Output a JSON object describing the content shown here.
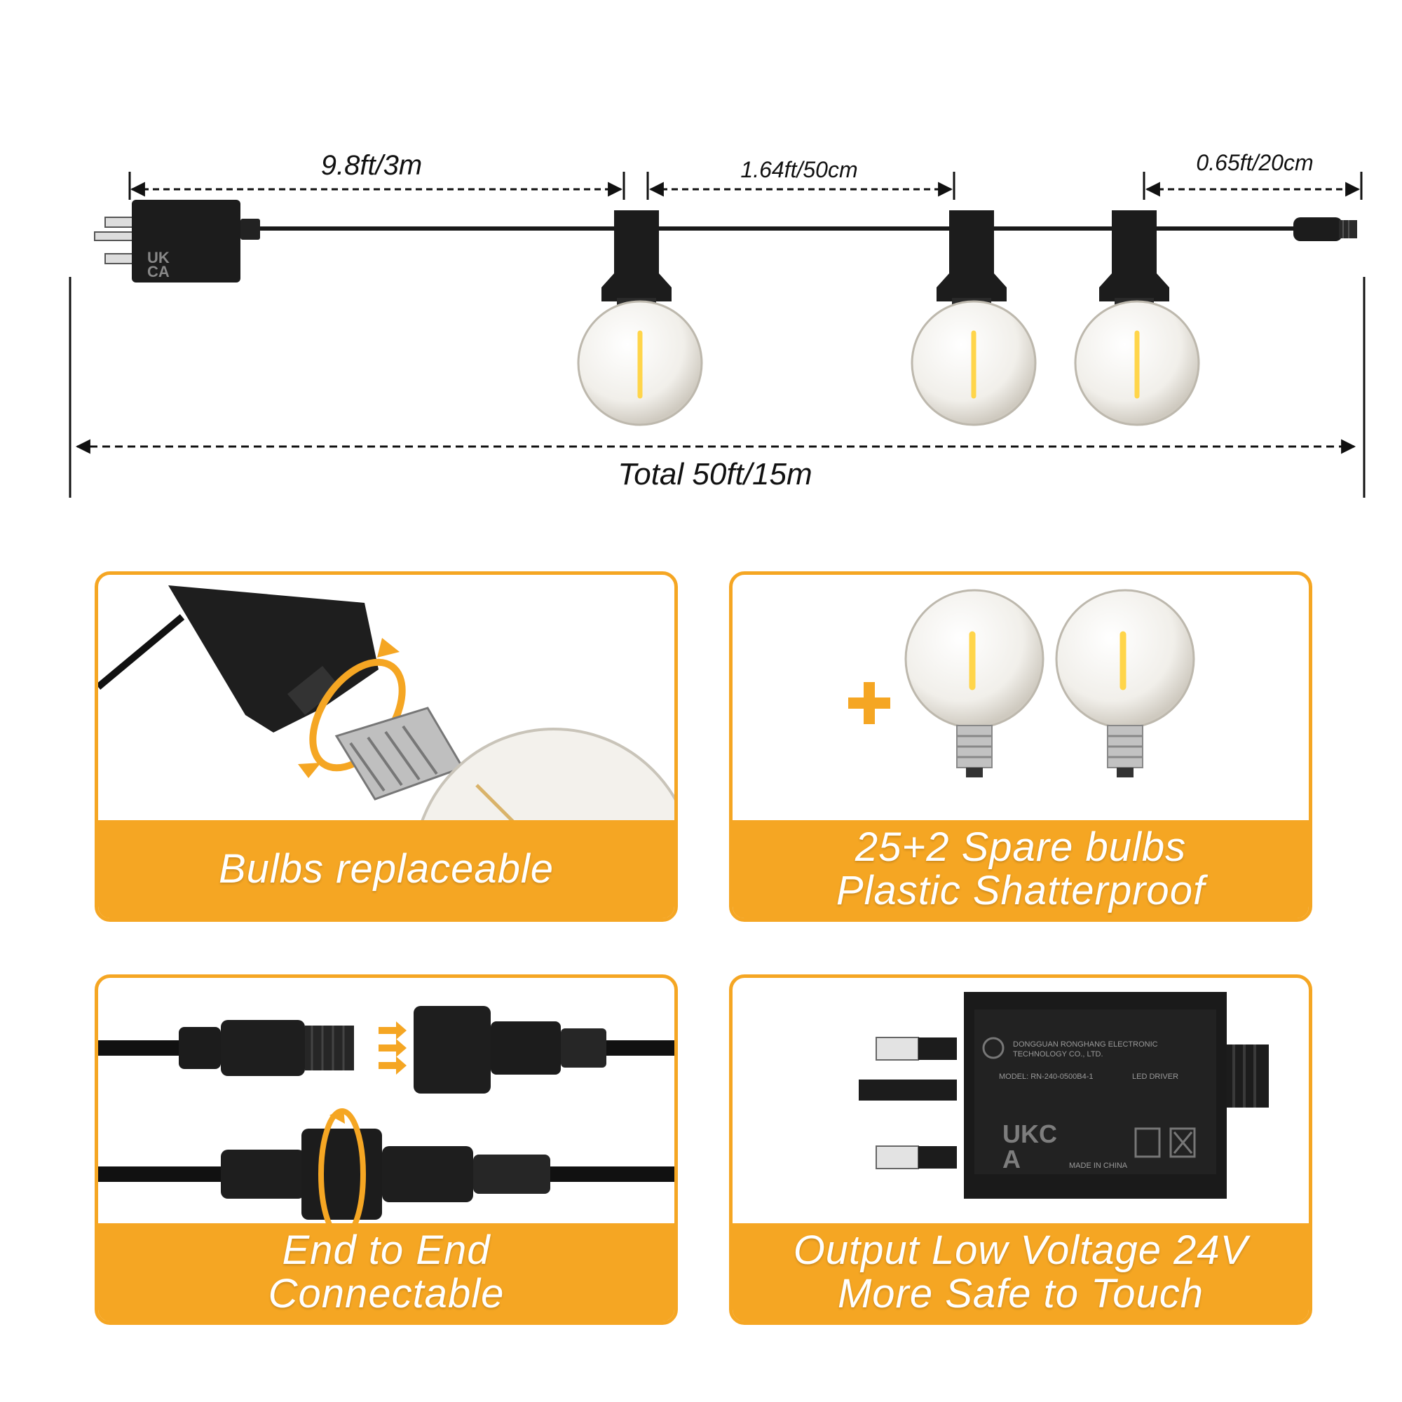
{
  "diagram": {
    "lead_length": "9.8ft/3m",
    "bulb_spacing": "1.64ft/50cm",
    "end_length": "0.65ft/20cm",
    "total_length": "Total 50ft/15m"
  },
  "features": [
    {
      "id": "bulbs",
      "lines": [
        "Bulbs replaceable"
      ]
    },
    {
      "id": "spares",
      "lines": [
        "25+2 Spare bulbs",
        "Plastic Shatterproof"
      ]
    },
    {
      "id": "connect",
      "lines": [
        "End to End",
        "Connectable"
      ]
    },
    {
      "id": "voltage",
      "lines": [
        "Output Low Voltage 24V",
        "More Safe to Touch"
      ]
    }
  ],
  "adapter_label": {
    "manufacturer": "DONGGUAN RONGHANG ELECTRONIC TECHNOLOGY CO., LTD.",
    "model": "MODEL: RN-240-0500B4-1",
    "type": "LED DRIVER",
    "mark": "UKCA",
    "origin": "MADE IN CHINA"
  },
  "colors": {
    "accent": "#F5A623",
    "cable": "#1a1a1a",
    "filament": "#FFD54A"
  }
}
